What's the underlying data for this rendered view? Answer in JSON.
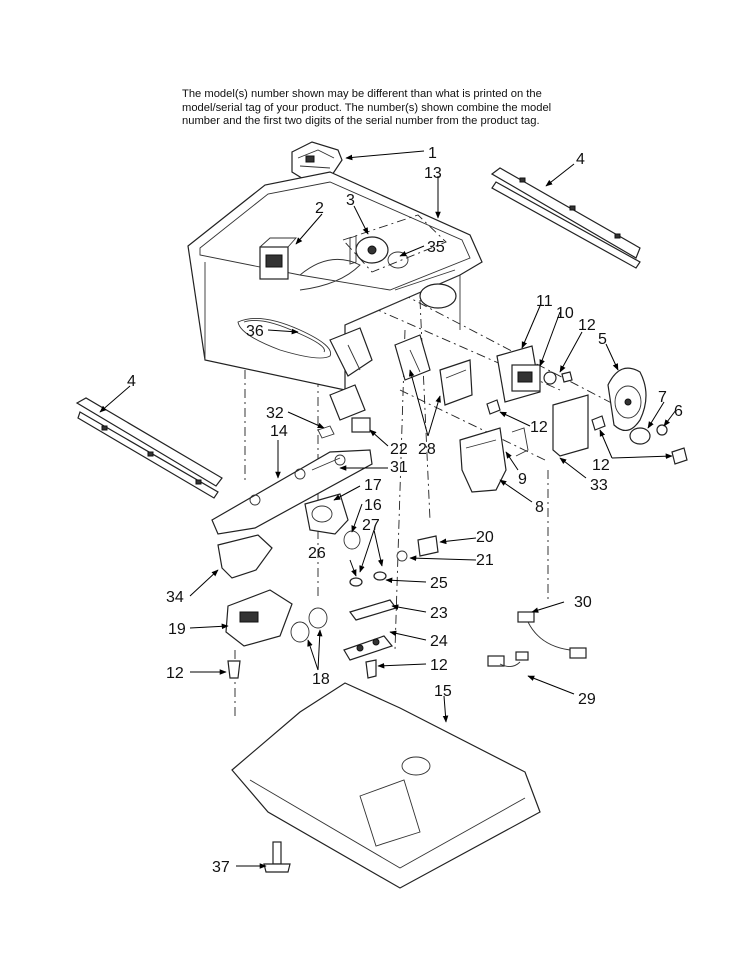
{
  "disclaimer": {
    "line1": "The model(s) number shown may be different than what is printed on the",
    "line2": "model/serial tag of your product. The number(s) shown combine the model",
    "line3": "number and the first two digits of the serial number from the product tag."
  },
  "callouts": {
    "c1": "1",
    "c2": "2",
    "c3": "3",
    "c4a": "4",
    "c4b": "4",
    "c5": "5",
    "c6": "6",
    "c7": "7",
    "c8": "8",
    "c9": "9",
    "c10": "10",
    "c11": "11",
    "c12a": "12",
    "c12b": "12",
    "c12c": "12",
    "c12d": "12",
    "c12e": "12",
    "c13": "13",
    "c14": "14",
    "c15": "15",
    "c16": "16",
    "c17": "17",
    "c18": "18",
    "c19": "19",
    "c20": "20",
    "c21": "21",
    "c22": "22",
    "c23": "23",
    "c24": "24",
    "c25": "25",
    "c26": "26",
    "c27": "27",
    "c28": "28",
    "c29": "29",
    "c30": "30",
    "c31": "31",
    "c32": "32",
    "c33": "33",
    "c34": "34",
    "c35": "35",
    "c36": "36",
    "c37": "37"
  }
}
